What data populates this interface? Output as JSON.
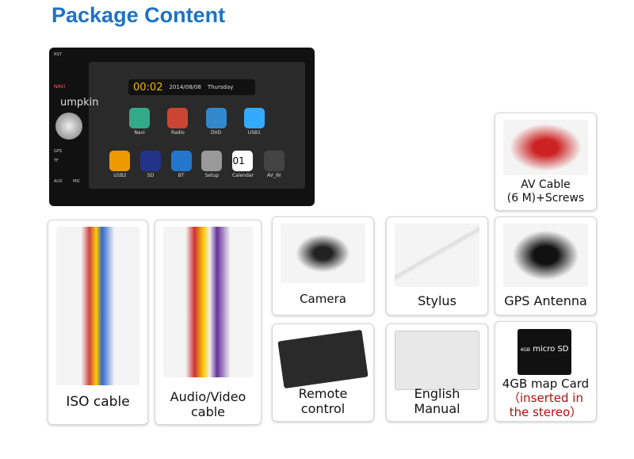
{
  "title": "Package Content",
  "stereo": {
    "labels": {
      "rst": "RST",
      "navi": "NAVI",
      "gps": "GPS",
      "tf": "TF",
      "aux": "AUX",
      "mic": "MIC",
      "brand": "umpkin"
    },
    "time": "00:02",
    "date": "2014/08/08",
    "day": "Thursday",
    "apps_top": [
      "Navi",
      "Radio",
      "DVD",
      "USB1"
    ],
    "apps_bottom": [
      "USB2",
      "SD",
      "BT",
      "Setup",
      "Calendar",
      "AV_IN"
    ],
    "calendar_day": "01"
  },
  "items": [
    {
      "label": "AV Cable",
      "label2": "(6 M)+Screws"
    },
    {
      "label": "ISO cable"
    },
    {
      "label": "Audio/Video",
      "label2": "cable"
    },
    {
      "label": "Camera"
    },
    {
      "label": "Stylus"
    },
    {
      "label": "GPS Antenna"
    },
    {
      "label": "Remote",
      "label2": "control"
    },
    {
      "label": "English",
      "label2": "Manual"
    },
    {
      "label": "4GB map Card",
      "note1": "（inserted in",
      "note2": "the stereo）",
      "card_text": "micro SD",
      "card_size": "4GB"
    }
  ],
  "colors": {
    "title": "#1f72c4",
    "note": "#b01010"
  }
}
